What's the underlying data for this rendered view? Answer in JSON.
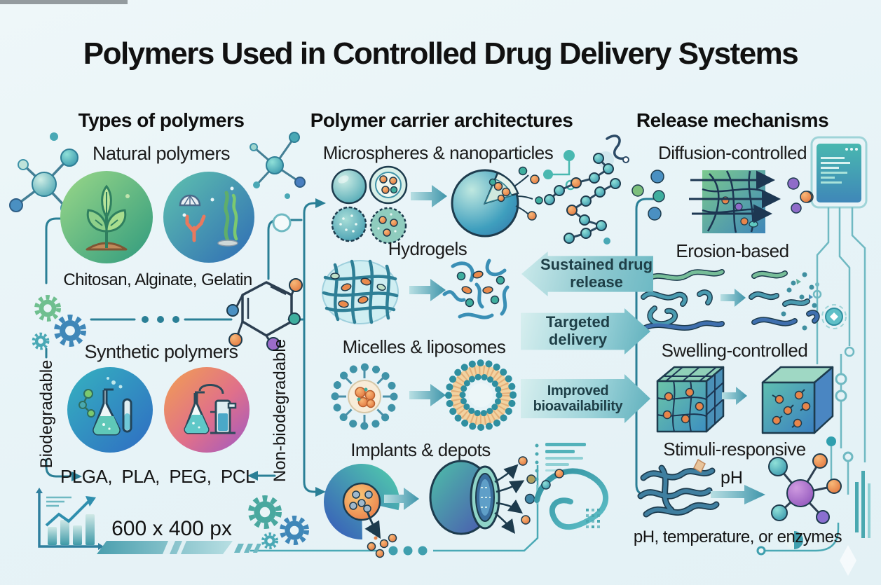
{
  "title": "Polymers Used in Controlled Drug Delivery Systems",
  "size_note": "600 x 400 px",
  "colors": {
    "background": "#e9f4f7",
    "accent_teal": "#2e8f9e",
    "connector_teal": "#2a7f96",
    "outline_dark": "#1d3b4d",
    "orange": "#e8854a",
    "purple": "#8f6cc9",
    "navy": "#1d3752"
  },
  "types_column": {
    "header": "Types of polymers",
    "natural": {
      "label": "Natural polymers",
      "examples": "Chitosan, Alginate, Gelatin",
      "icons": [
        "plant-icon",
        "marine-life-icon"
      ]
    },
    "synthetic": {
      "label": "Synthetic polymers",
      "examples": "PLGA,  PLA,  PEG,  PCL",
      "icons": [
        "flask-icon",
        "lab-glassware-icon"
      ]
    },
    "biodegradable_label": "Biodegradable",
    "non_biodegradable_label": "Non-biodegradable"
  },
  "architectures_column": {
    "header": "Polymer carrier architectures",
    "items": [
      {
        "label": "Microspheres & nanoparticles",
        "icon": "microspheres-release-icon"
      },
      {
        "label": "Hydrogels",
        "icon": "hydrogel-mesh-icon"
      },
      {
        "label": "Micelles & liposomes",
        "icon": "micelle-liposome-icon"
      },
      {
        "label": "Implants & depots",
        "icon": "implant-depot-icon"
      }
    ]
  },
  "benefit_arrows": [
    {
      "label": "Sustained drug release",
      "direction": "left"
    },
    {
      "label": "Targeted delivery",
      "direction": "right"
    },
    {
      "label": "Improved bioavailability",
      "direction": "right"
    }
  ],
  "mechanisms_column": {
    "header": "Release mechanisms",
    "items": [
      {
        "label": "Diffusion-controlled",
        "icon": "diffusion-matrix-icon"
      },
      {
        "label": "Erosion-based",
        "icon": "erosion-chains-icon"
      },
      {
        "label": "Swelling-controlled",
        "icon": "swelling-cube-icon"
      },
      {
        "label": "Stimuli-responsive",
        "icon": "stimuli-molecule-icon",
        "arrow_label": "pH",
        "caption": "pH, temperature, or enzymes"
      }
    ]
  }
}
